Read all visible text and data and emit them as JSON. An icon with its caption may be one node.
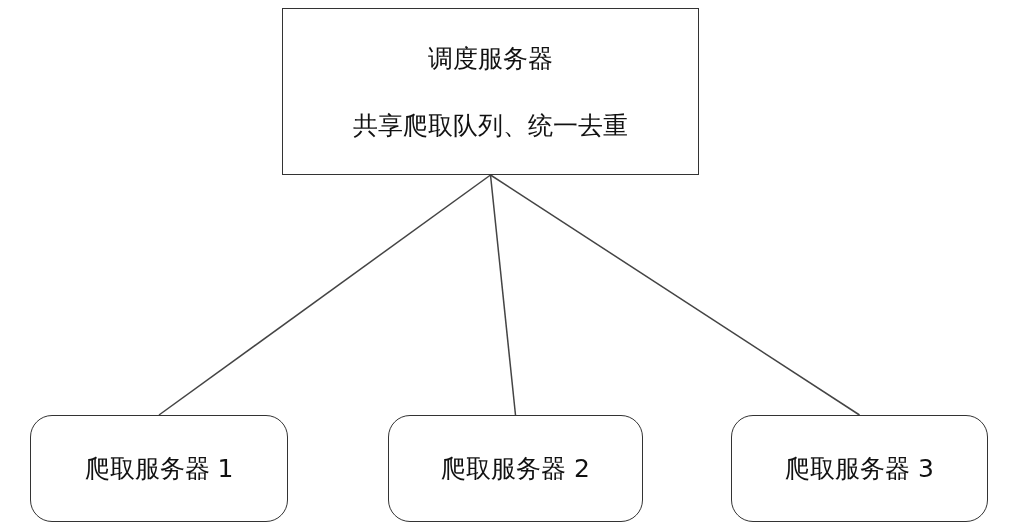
{
  "diagram": {
    "nodes": [
      {
        "text": [
          "调度服务器",
          "共享爬取队列、统一去重"
        ]
      },
      {
        "text": [
          "爬取服务器 1"
        ]
      },
      {
        "text": [
          "爬取服务器 2"
        ]
      },
      {
        "text": [
          "爬取服务器 3"
        ]
      }
    ],
    "edges": [
      {
        "from": 0,
        "to": 1,
        "arrow": "none"
      },
      {
        "from": 0,
        "to": 2,
        "arrow": "none"
      },
      {
        "from": 0,
        "to": 3,
        "arrow": "none"
      }
    ]
  }
}
